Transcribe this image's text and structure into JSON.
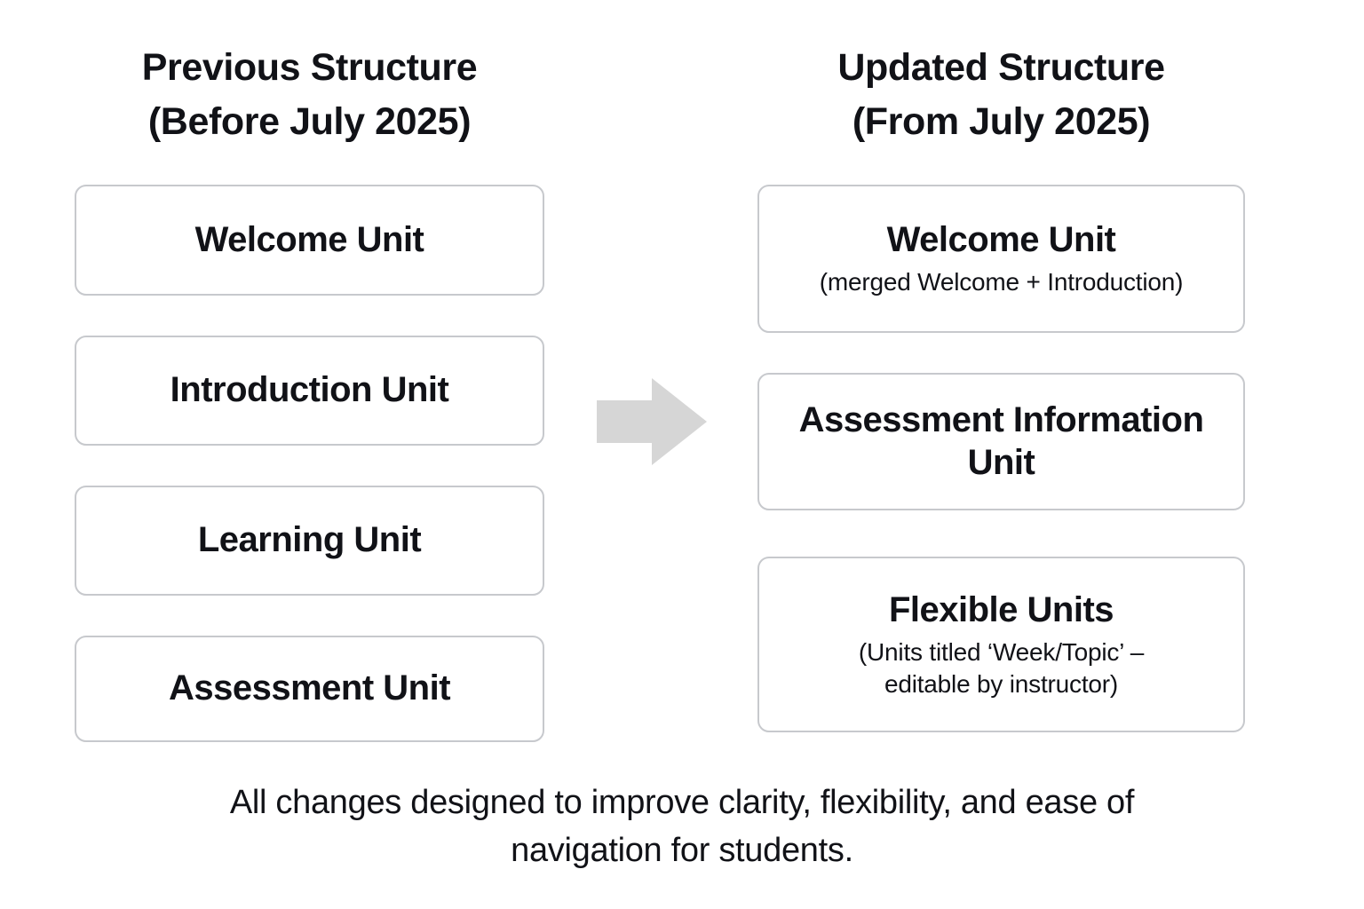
{
  "columns": {
    "left": {
      "heading": "Previous Structure\n(Before July 2025)",
      "boxes": [
        {
          "title": "Welcome Unit",
          "subtitle": ""
        },
        {
          "title": "Introduction Unit",
          "subtitle": ""
        },
        {
          "title": "Learning Unit",
          "subtitle": ""
        },
        {
          "title": "Assessment Unit",
          "subtitle": ""
        }
      ]
    },
    "right": {
      "heading": "Updated Structure\n(From July 2025)",
      "boxes": [
        {
          "title": "Welcome Unit",
          "subtitle": "(merged Welcome + Introduction)"
        },
        {
          "title": "Assessment Information Unit",
          "subtitle": ""
        },
        {
          "title": "Flexible Units",
          "subtitle": "(Units titled ‘Week/Topic’ –\neditable by instructor)"
        }
      ]
    }
  },
  "arrow": {
    "icon": "right-arrow-icon",
    "color": "#d6d6d6",
    "direction": "right"
  },
  "caption": "All changes designed to improve clarity, flexibility, and ease of\nnavigation for students.",
  "colors": {
    "background": "#ffffff",
    "text": "#111217",
    "box_border": "#c7c9cd",
    "arrow_fill": "#d6d6d6"
  }
}
